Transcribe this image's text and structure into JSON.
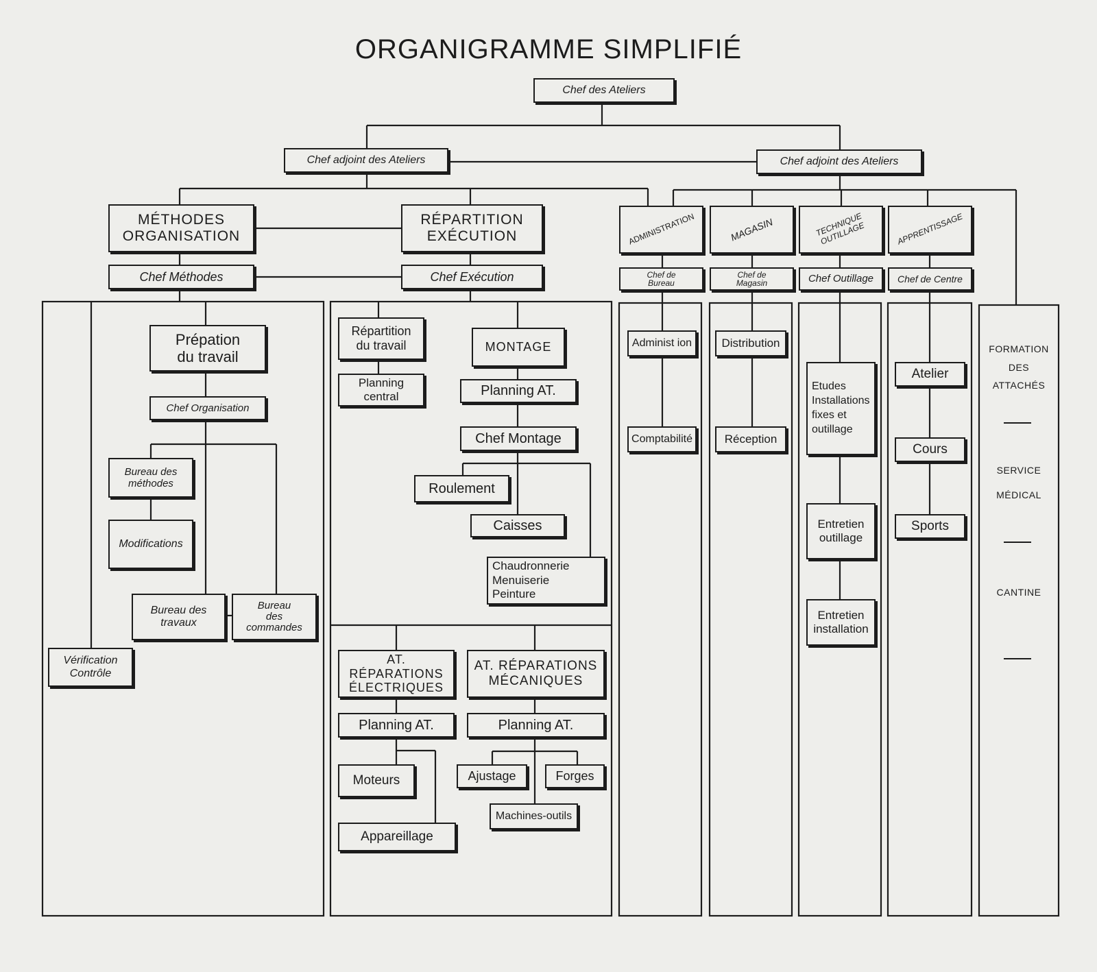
{
  "title": "ORGANIGRAMME SIMPLIFIÉ",
  "boxes": {
    "chef_ateliers": "Chef des Ateliers",
    "adjoint_left": "Chef adjoint des Ateliers",
    "adjoint_right": "Chef adjoint des Ateliers",
    "methodes_org": "MÉTHODES\nORGANISATION",
    "repartition_exec": "RÉPARTITION\nEXÉCUTION",
    "administration": "ADMINISTRATION",
    "magasin": "MAGASIN",
    "technique_outillage": "TECHNIQUE\nOUTILLAGE",
    "apprentissage": "APPRENTISSAGE",
    "chef_methodes": "Chef Méthodes",
    "chef_execution": "Chef Exécution",
    "chef_bureau": "Chef de\nBureau",
    "chef_magasin": "Chef de\nMagasin",
    "chef_outillage": "Chef Outillage",
    "chef_centre": "Chef de Centre",
    "prepation_travail": "Prépation\ndu travail",
    "chef_organisation": "Chef Organisation",
    "bureau_methodes": "Bureau des\nméthodes",
    "modifications": "Modifications",
    "bureau_travaux": "Bureau des\ntravaux",
    "bureau_commandes": "Bureau\ndes\ncommandes",
    "verification_controle": "Vérification\nContrôle",
    "repartition_travail": "Répartition\ndu travail",
    "planning_central": "Planning\ncentral",
    "montage": "MONTAGE",
    "planning_at_montage": "Planning AT.",
    "chef_montage": "Chef Montage",
    "roulement": "Roulement",
    "caisses": "Caisses",
    "chaudronnerie": "Chaudronnerie\nMenuiserie\nPeinture",
    "at_rep_elec": "AT. RÉPARATIONS\nÉLECTRIQUES",
    "at_rep_meca": "AT. RÉPARATIONS\nMÉCANIQUES",
    "planning_at_elec": "Planning AT.",
    "planning_at_meca": "Planning  AT.",
    "moteurs": "Moteurs",
    "appareillage": "Appareillage",
    "ajustage": "Ajustage",
    "forges": "Forges",
    "machines_outils": "Machines-outils",
    "administration_sub": "Administ ion",
    "comptabilite": "Comptabilité",
    "distribution": "Distribution",
    "reception": "Réception",
    "etudes": "Etudes\nInstallations\nfixes  et\noutillage",
    "entretien_outillage": "Entretien\noutillage",
    "entretien_installation": "Entretien\ninstallation",
    "atelier": "Atelier",
    "cours": "Cours",
    "sports": "Sports"
  },
  "right_column": {
    "formation": "FORMATION\nDES\nATTACHÉS",
    "service_medical": "SERVICE\nMÉDICAL",
    "cantine": "CANTINE"
  }
}
